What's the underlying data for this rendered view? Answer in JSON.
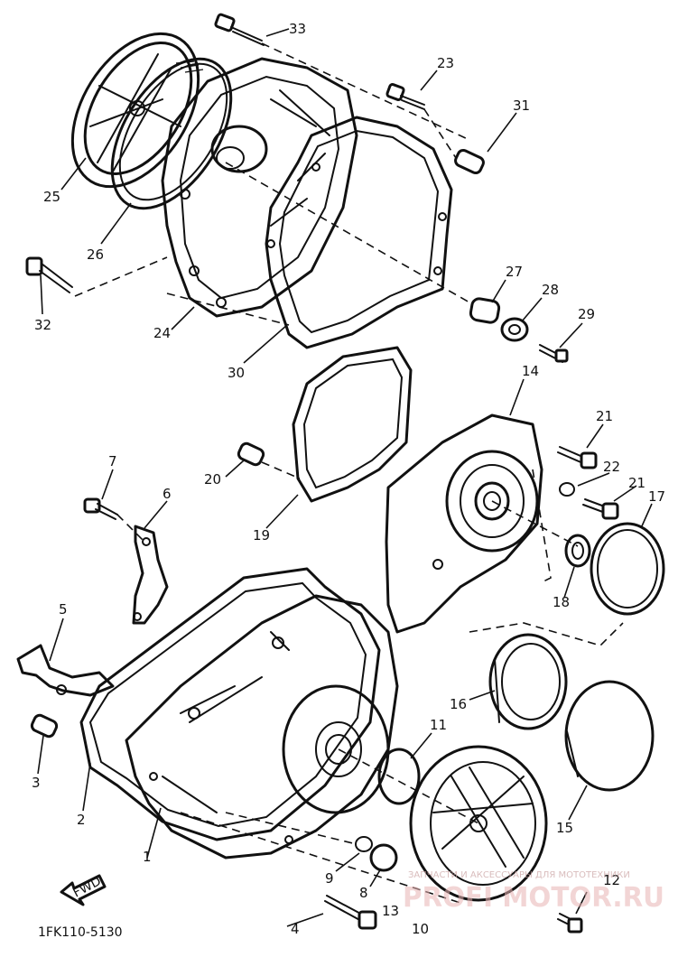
{
  "diagram": {
    "code": "1FK110-5130",
    "fwd_label": "FWD",
    "watermark": {
      "line1": "ЗАПЧАСТИ И АКСЕССУАРЫ ДЛЯ МОТОТЕХНИКИ",
      "line2": "PROFI MOTOR.RU"
    },
    "callouts": {
      "c1": "1",
      "c2": "2",
      "c3": "3",
      "c4": "4",
      "c5": "5",
      "c6": "6",
      "c7": "7",
      "c10": "10",
      "c11": "11",
      "c12": "12",
      "c13": "13",
      "c14": "14",
      "c15": "15",
      "c16": "16",
      "c17": "17",
      "c18": "18",
      "c19": "19",
      "c20": "20",
      "c21a": "21",
      "c21b": "21",
      "c22": "22",
      "c23": "23",
      "c24": "24",
      "c25": "25",
      "c26": "26",
      "c27": "27",
      "c28": "28",
      "c29": "29",
      "c30": "30",
      "c31": "31",
      "c32": "32",
      "c33": "33",
      "c8": "8",
      "c9": "9"
    }
  }
}
